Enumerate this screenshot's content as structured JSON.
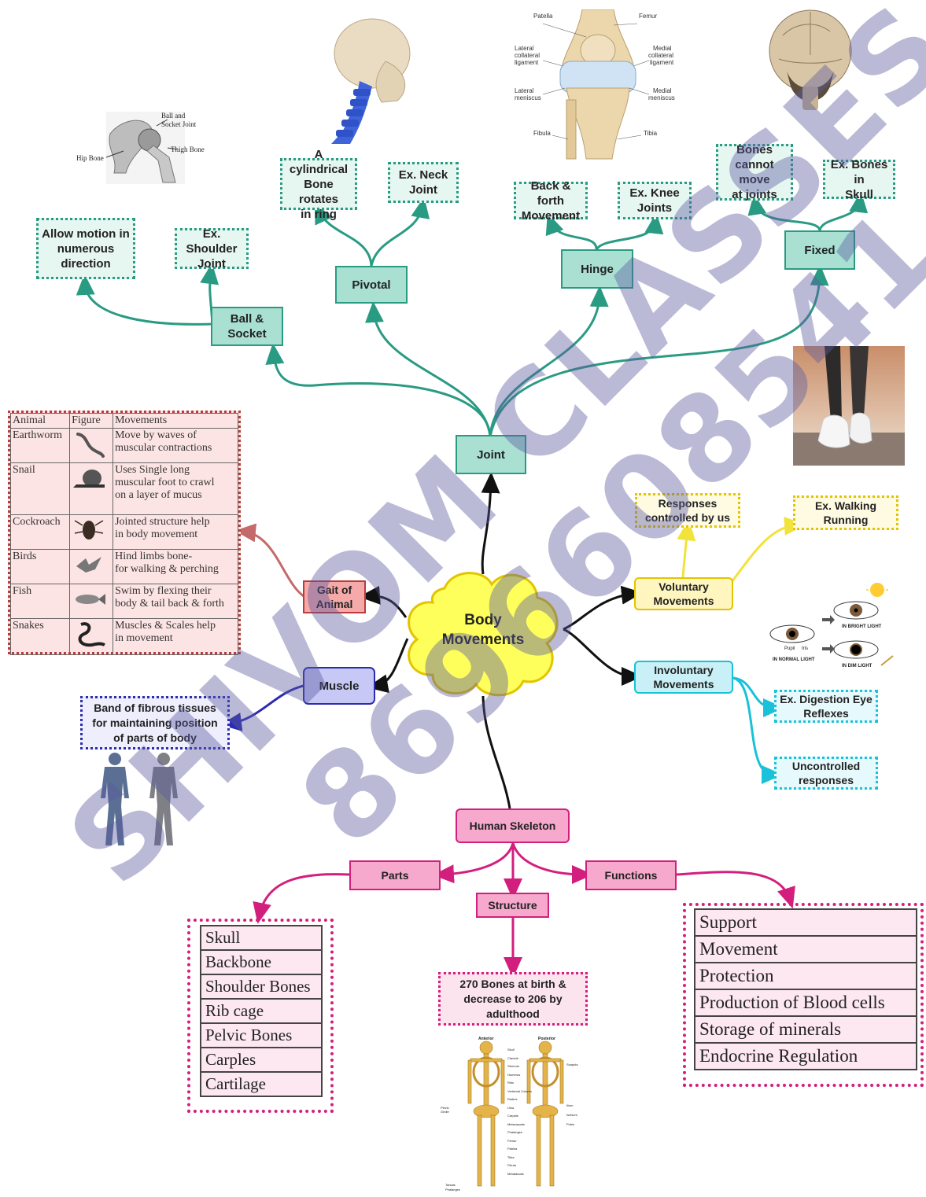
{
  "center": {
    "line1": "Body",
    "line2": "Movements"
  },
  "joint": {
    "root": "Joint",
    "types": {
      "ball_socket": {
        "label_1": "Ball &",
        "label_2": "Socket",
        "desc": [
          "Allow  motion in",
          "numerous",
          "direction"
        ],
        "example": [
          "Ex. Shoulder",
          "Joint"
        ]
      },
      "pivotal": {
        "label": "Pivotal",
        "desc": [
          "A cylindrical",
          "Bone rotates",
          "in ring"
        ],
        "example": [
          "Ex. Neck",
          "Joint"
        ]
      },
      "hinge": {
        "label": "Hinge",
        "desc": [
          "Back & forth",
          "Movement"
        ],
        "example": [
          "Ex. Knee",
          "Joints"
        ]
      },
      "fixed": {
        "label": "Fixed",
        "desc": [
          "Bones",
          "cannot move",
          "at joints"
        ],
        "example": [
          "Ex. Bones in",
          "Skull"
        ]
      }
    }
  },
  "images": {
    "hip": {
      "ball_socket": "Ball and",
      "ball_socket_2": "Socket Joint",
      "hip_bone": "Hip Bone",
      "thigh_bone": "Thigh Bone"
    },
    "knee": {
      "patella": "Patella",
      "femur": "Femur",
      "lat_coll": [
        "Lateral",
        "collateral",
        "ligament"
      ],
      "med_coll": [
        "Medial",
        "collateral",
        "ligament"
      ],
      "lat_men": [
        "Lateral",
        "meniscus"
      ],
      "med_men": [
        "Medial",
        "meniscus"
      ],
      "fibula": "Fibula",
      "tibia": "Tibia"
    },
    "eye": {
      "bright": "IN BRIGHT LIGHT",
      "normal": "IN NORMAL LIGHT",
      "dim": "IN DIM LIGHT",
      "pupil": "Pupil",
      "iris": "Iris"
    },
    "skeleton": {
      "front": "Anterior",
      "back": "Posterior",
      "labels_left": [
        "Skull",
        "Clavicle",
        "Sternum",
        "Humerus",
        "Ribs",
        "Vertebral Column",
        "Radius",
        "Ulna",
        "Carpals",
        "Metacarpals",
        "Phalanges",
        "Femur",
        "Patella",
        "Tibia",
        "Fibula",
        "Metatarsals"
      ],
      "labels_right": [
        "Scapula",
        "Ilium",
        "Ischium",
        "Pubis"
      ],
      "pelvic": "Pelvic Girdle",
      "tarsals": "Tarsals",
      "phalanges": "Phalanges"
    }
  },
  "gait": {
    "label": [
      "Gait of",
      "Animal"
    ],
    "headers": [
      "Animal",
      "Figure",
      "Movements"
    ],
    "rows": [
      {
        "animal": "Earthworm",
        "lines": [
          "Move by waves of",
          "muscular contractions"
        ]
      },
      {
        "animal": "Snail",
        "lines": [
          "Uses Single long",
          "muscular foot to crawl",
          "on a layer of mucus"
        ]
      },
      {
        "animal": "Cockroach",
        "lines": [
          "Jointed structure help",
          "in body movement"
        ]
      },
      {
        "animal": "Birds",
        "lines": [
          "Hind limbs bone-",
          "for walking & perching"
        ]
      },
      {
        "animal": "Fish",
        "lines": [
          "Swim by flexing their",
          "body & tail back & forth"
        ]
      },
      {
        "animal": "Snakes",
        "lines": [
          "Muscles & Scales help",
          "in movement"
        ]
      }
    ]
  },
  "muscle": {
    "label": "Muscle",
    "desc": [
      "Band of fibrous tissues",
      "for maintaining position",
      "of parts of body"
    ]
  },
  "voluntary": {
    "label": [
      "Voluntary",
      "Movements"
    ],
    "desc": [
      "Responses",
      "controlled by us"
    ],
    "example": [
      "Ex. Walking",
      "Running"
    ]
  },
  "involuntary": {
    "label": [
      "Involuntary",
      "Movements"
    ],
    "example": [
      "Ex. Digestion Eye",
      "Reflexes"
    ],
    "desc": [
      "Uncontrolled",
      "responses"
    ]
  },
  "skeleton": {
    "root": "Human Skeleton",
    "parts_label": "Parts",
    "structure_label": "Structure",
    "functions_label": "Functions",
    "parts": [
      "Skull",
      "Backbone",
      "Shoulder Bones",
      "Rib cage",
      "Pelvic Bones",
      "Carples",
      "Cartilage"
    ],
    "structure_desc": [
      "270 Bones at birth &",
      "decrease to 206 by",
      "adulthood"
    ],
    "functions": [
      "Support",
      "Movement",
      "Protection",
      "Production of Blood cells",
      "Storage of minerals",
      "Endocrine Regulation"
    ]
  },
  "watermark": {
    "line1": "SHIVOM CLASSES",
    "line2": "8696608541"
  },
  "colors": {
    "teal": "#2a9b83",
    "yellow": "#e3c400",
    "cyan": "#19c2d8",
    "pink": "#d21f7e",
    "blue": "#2c2cb0",
    "red": "#b83c3c"
  }
}
